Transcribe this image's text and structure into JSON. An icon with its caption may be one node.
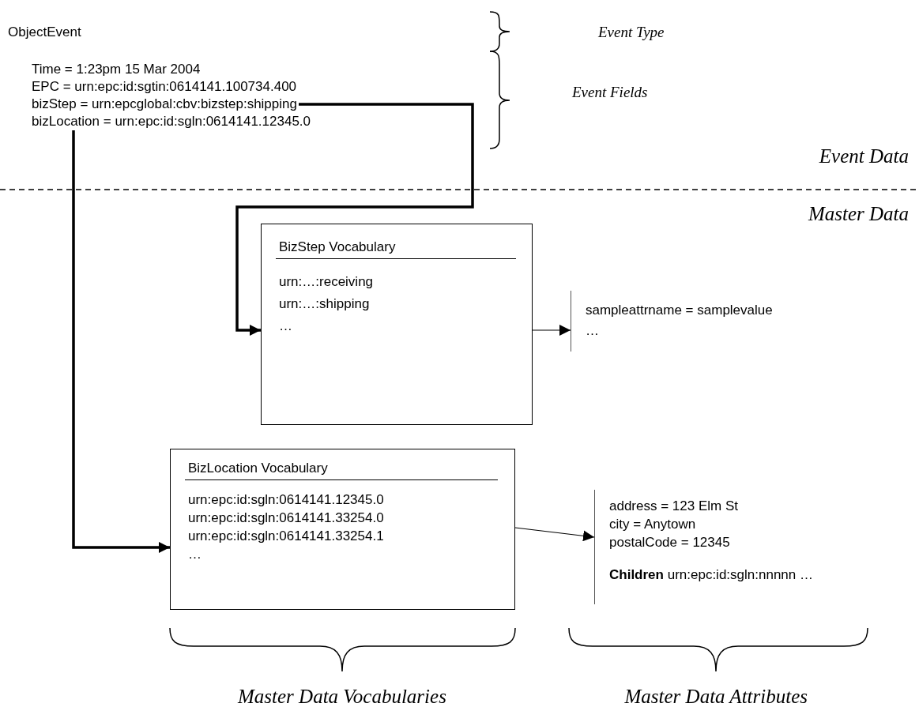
{
  "diagram": {
    "nodes": [
      {
        "text": [
          "bizStep = urn:epcglobal:cbv:bizstep:shipping"
        ]
      },
      {
        "text": [
          "bizLocation = urn:epc:id:sgln:0614141.12345.0"
        ]
      },
      {
        "text": [
          "BizStep Vocabulary",
          "urn:…:receiving",
          "urn:…:shipping",
          "…"
        ]
      },
      {
        "text": [
          "sampleattrname = samplevalue",
          "…"
        ]
      },
      {
        "text": [
          "BizLocation Vocabulary",
          "urn:epc:id:sgln:0614141.12345.0",
          "urn:epc:id:sgln:0614141.33254.0",
          "urn:epc:id:sgln:0614141.33254.1",
          "…"
        ]
      },
      {
        "text": [
          "address = 123 Elm St",
          "city = Anytown",
          "postalCode = 12345",
          "**Children**  urn:epc:id:sgln:nnnnn …"
        ]
      }
    ],
    "edges": [
      {
        "from": 0,
        "to": 2,
        "arrow": "to",
        "style": "thick"
      },
      {
        "from": 1,
        "to": 4,
        "arrow": "to",
        "style": "thick"
      },
      {
        "from": 2,
        "to": 3,
        "arrow": "to"
      },
      {
        "from": 4,
        "to": 5,
        "arrow": "to"
      }
    ],
    "labels": [
      "ObjectEvent",
      "Event Type",
      "Time = 1:23pm 15 Mar 2004",
      "Event Fields",
      "EPC = urn:epc:id:sgtin:0614141.100734.400",
      "Event Data",
      "Master Data",
      "Master Data Vocabularies",
      "Master Data Attributes"
    ]
  }
}
